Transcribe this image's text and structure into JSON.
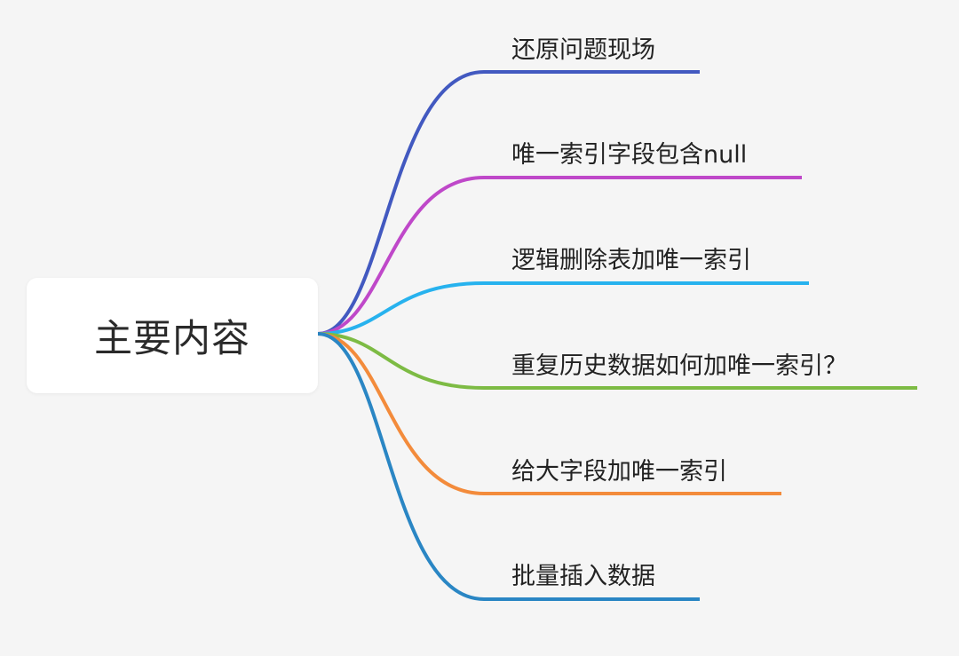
{
  "root": {
    "label": "主要内容"
  },
  "branches": [
    {
      "label": "还原问题现场",
      "color": "#4259c0"
    },
    {
      "label": "唯一索引字段包含null",
      "color": "#bf48c9"
    },
    {
      "label": "逻辑删除表加唯一索引",
      "color": "#27b2ee"
    },
    {
      "label": "重复历史数据如何加唯一索引？",
      "color": "#7dbb44"
    },
    {
      "label": "给大字段加唯一索引",
      "color": "#f38b3b"
    },
    {
      "label": "批量插入数据",
      "color": "#2a86c4"
    }
  ]
}
